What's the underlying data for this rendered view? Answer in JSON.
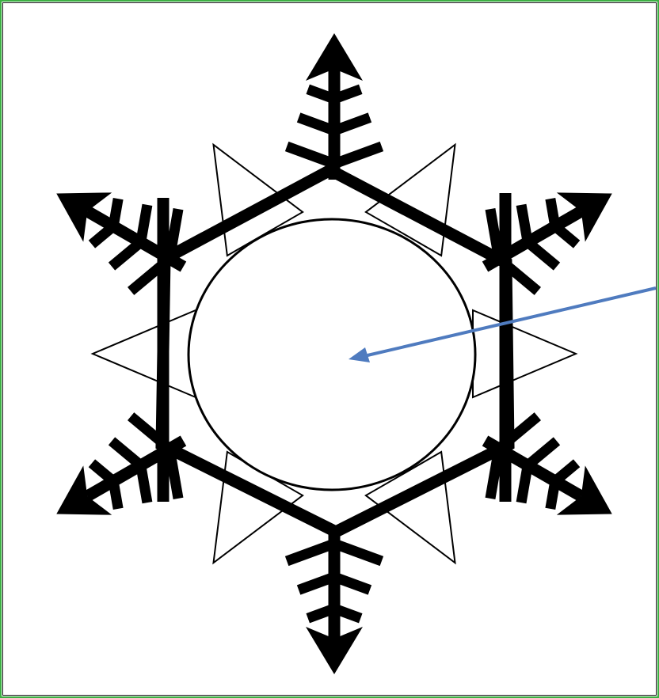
{
  "diagram": {
    "subject": "snowflake",
    "colors": {
      "frame_border": "#3cb043",
      "stroke": "#000000",
      "arrow": "#4f7bbf",
      "background": "#ffffff"
    },
    "arms": [
      "top-arm",
      "upper-right-arm",
      "lower-right-arm",
      "bottom-arm",
      "lower-left-arm",
      "upper-left-arm"
    ],
    "notches": [
      "top-left-notch",
      "top-right-notch",
      "right-notch",
      "bottom-right-notch",
      "bottom-left-notch",
      "left-notch"
    ]
  }
}
